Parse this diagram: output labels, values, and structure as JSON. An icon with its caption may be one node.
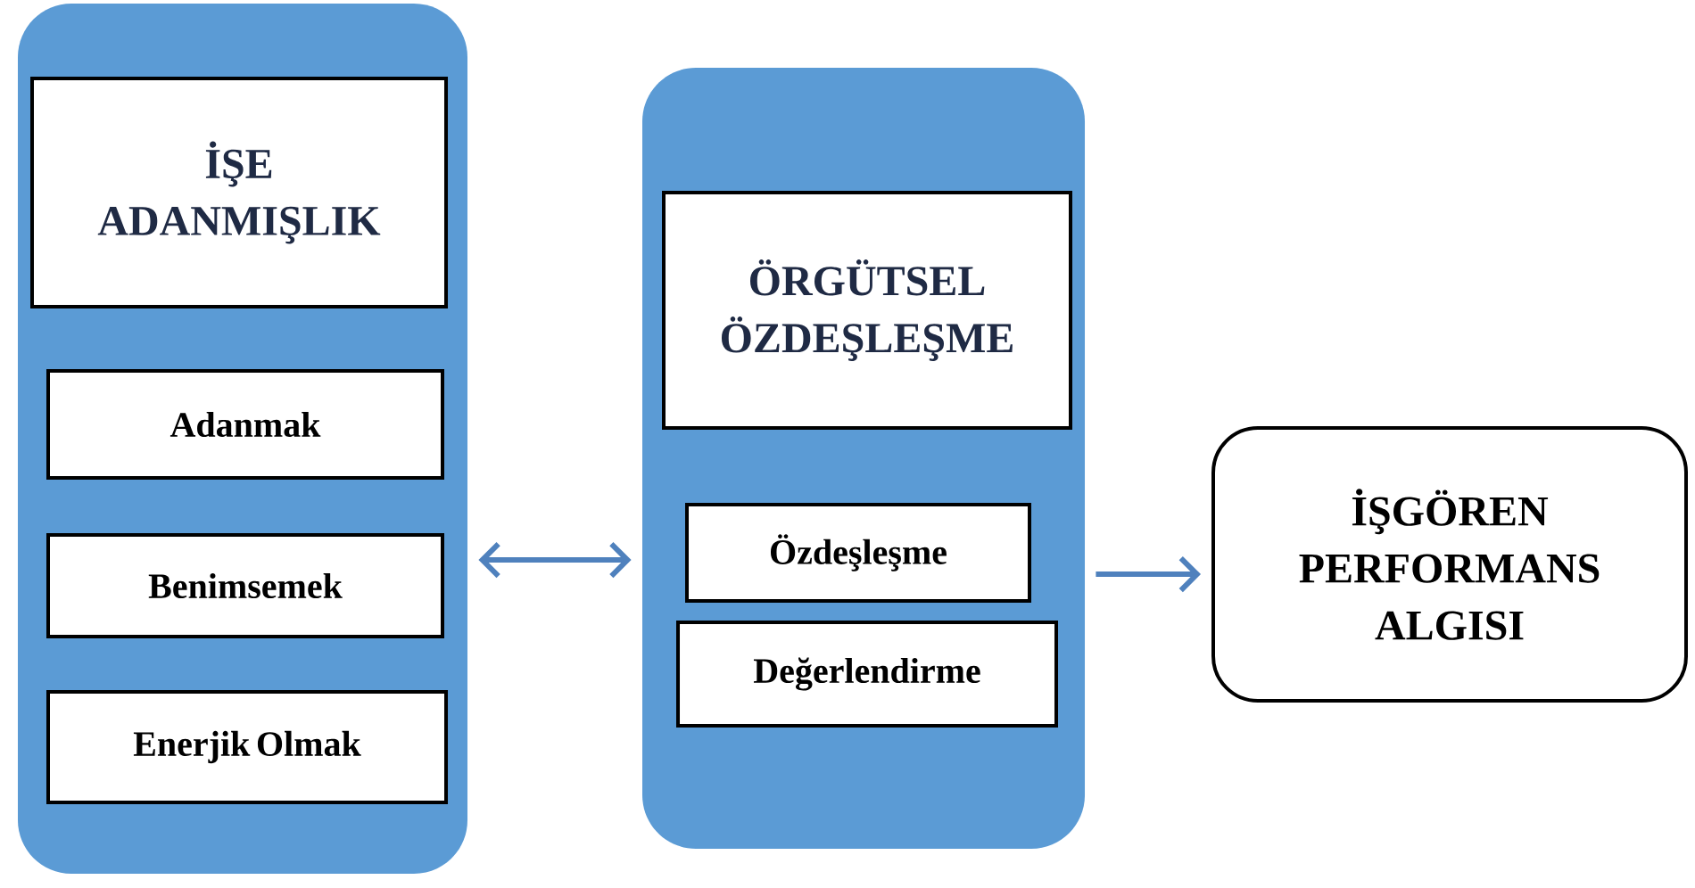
{
  "diagram": {
    "nodes": [
      {
        "text": [],
        "shape": "box"
      },
      {
        "text": [
          "İŞE ADANMIŞLIK"
        ],
        "in": 0
      },
      {
        "text": [
          "Adanmak"
        ],
        "in": 0
      },
      {
        "text": [
          "Benimsemek"
        ],
        "in": 0
      },
      {
        "text": [
          "Enerjik Olmak"
        ],
        "in": 0
      },
      {
        "text": [],
        "shape": "box"
      },
      {
        "text": [
          "ÖRGÜTSEL ÖZDEŞLEŞME"
        ],
        "in": 5
      },
      {
        "text": [
          "Özdeşleşme"
        ],
        "in": 5
      },
      {
        "text": [
          "Değerlendirme"
        ],
        "in": 5
      },
      {
        "text": [
          "İŞGÖREN PERFORMANS ALGISI"
        ]
      }
    ],
    "edges": [
      {
        "from": 0,
        "to": 5,
        "arrow": "both"
      },
      {
        "from": 5,
        "to": 9,
        "arrow": "to"
      }
    ]
  }
}
